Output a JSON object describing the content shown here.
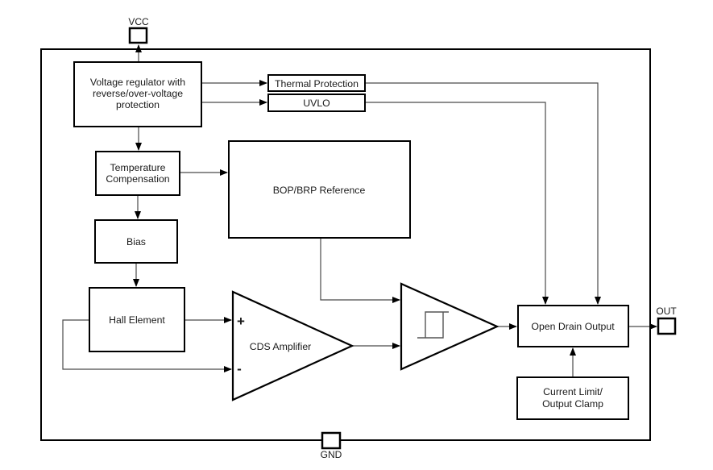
{
  "diagram": {
    "type": "block-diagram",
    "subject": "Hall-effect sensor IC functional block diagram",
    "pins": {
      "vcc": "VCC",
      "gnd": "GND",
      "out": "OUT"
    },
    "blocks": {
      "voltage_regulator": [
        "Voltage regulator with",
        "reverse/over-voltage",
        "protection"
      ],
      "thermal_protection": "Thermal Protection",
      "uvlo": "UVLO",
      "temperature_compensation": [
        "Temperature",
        "Compensation"
      ],
      "bop_brp_reference": "BOP/BRP Reference",
      "bias": "Bias",
      "hall_element": "Hall Element",
      "cds_amplifier": "CDS Amplifier",
      "cds_plus_input": "+",
      "cds_minus_input": "-",
      "open_drain_output": "Open Drain Output",
      "current_limit": [
        "Current Limit/",
        "Output Clamp"
      ]
    },
    "connections": [
      "VCC pad to Voltage regulator",
      "Voltage regulator to Thermal Protection",
      "Voltage regulator to UVLO",
      "Voltage regulator to Temperature Compensation",
      "Temperature Compensation to BOP/BRP Reference",
      "Temperature Compensation to Bias",
      "Bias to Hall Element",
      "Hall Element to CDS Amplifier + input",
      "Hall Element to CDS Amplifier - input",
      "BOP/BRP Reference to Schmitt trigger",
      "CDS Amplifier to Schmitt trigger",
      "Schmitt trigger to Open Drain Output",
      "Thermal Protection to Open Drain Output",
      "UVLO to Open Drain Output",
      "Current Limit/Output Clamp to Open Drain Output",
      "Open Drain Output to OUT pad"
    ],
    "colors": {
      "line": "#000000",
      "connector": "#4a4a4a",
      "background": "#ffffff"
    }
  }
}
